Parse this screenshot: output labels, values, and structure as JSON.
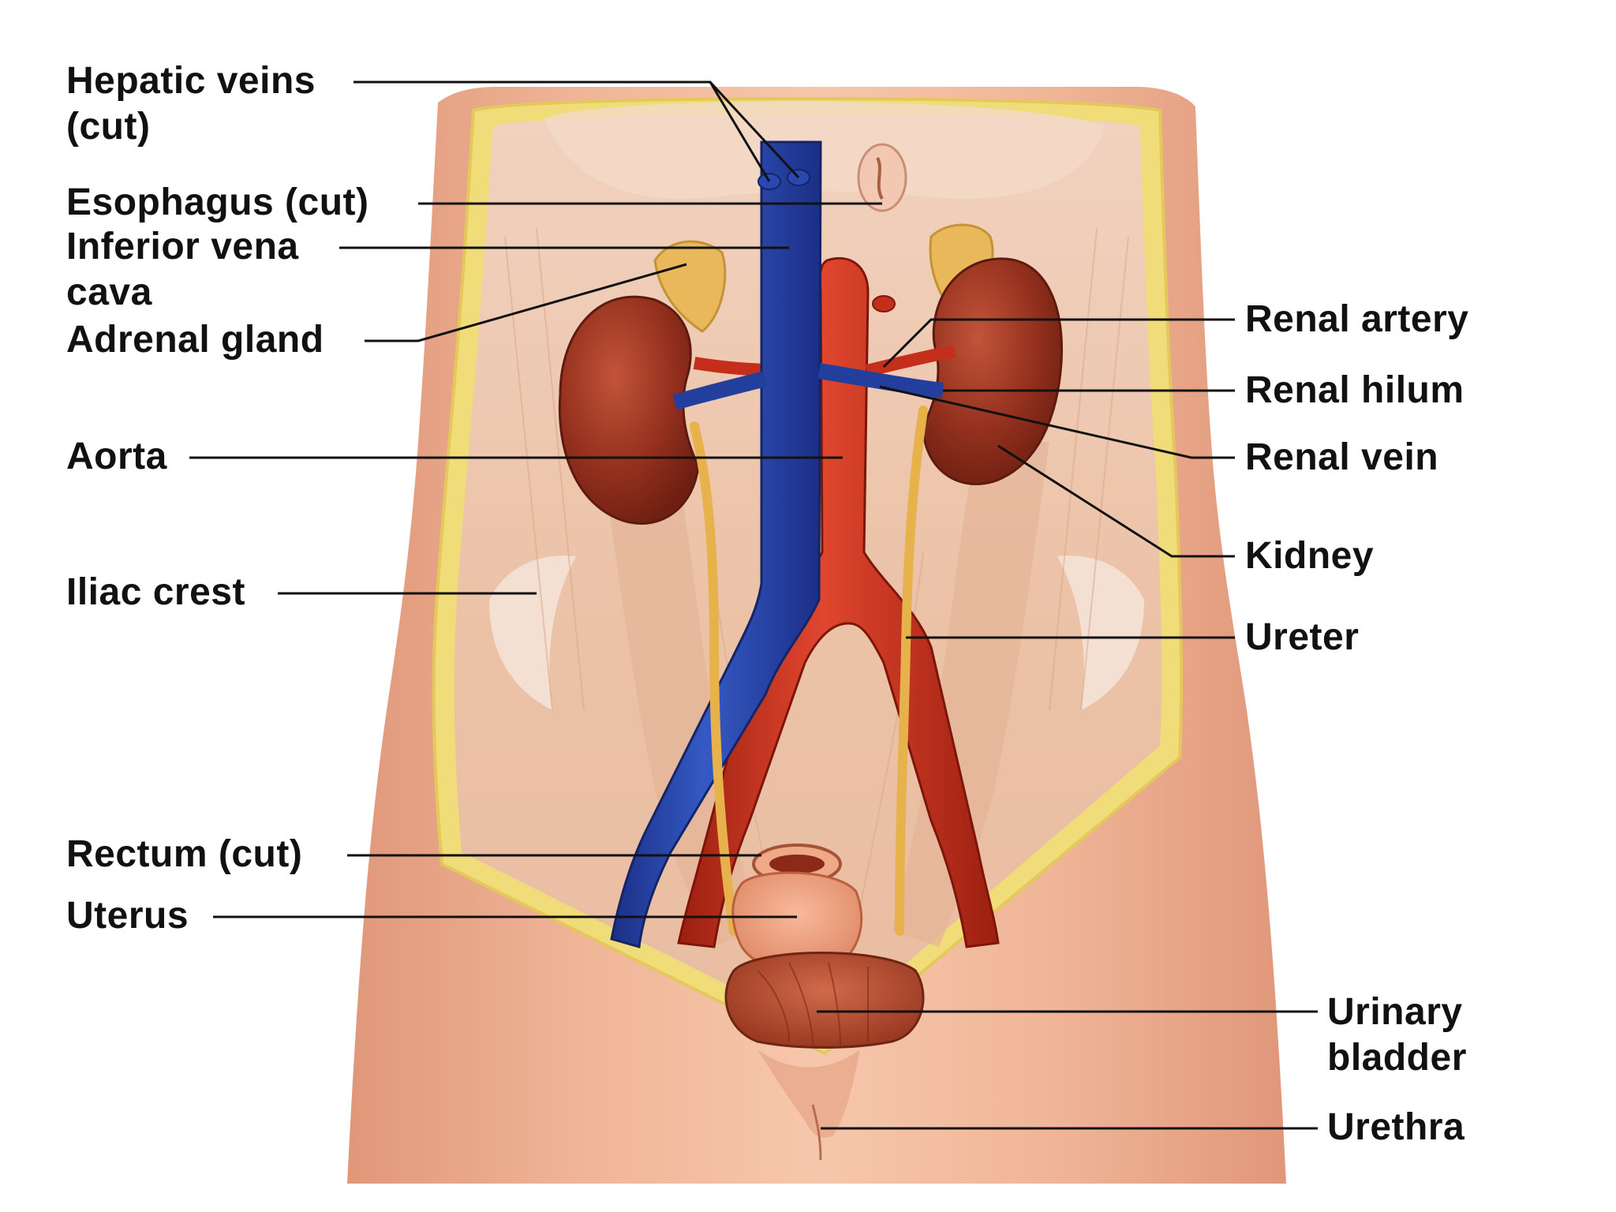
{
  "labels": {
    "hepatic_veins": {
      "line1": "Hepatic veins",
      "line2": "(cut)"
    },
    "esophagus": "Esophagus (cut)",
    "inferior_vena_cava": {
      "line1": "Inferior vena",
      "line2": "cava"
    },
    "adrenal_gland": "Adrenal gland",
    "aorta": "Aorta",
    "iliac_crest": "Iliac crest",
    "rectum": "Rectum (cut)",
    "uterus": "Uterus",
    "renal_artery": "Renal artery",
    "renal_hilum": "Renal hilum",
    "renal_vein": "Renal vein",
    "kidney": "Kidney",
    "ureter": "Ureter",
    "urinary_bladder": {
      "line1": "Urinary",
      "line2": "bladder"
    },
    "urethra": "Urethra"
  },
  "colors": {
    "skin": "#e8a686",
    "skin_light": "#f3c6ad",
    "muscle": "#e9bfa4",
    "fat": "#f2df7a",
    "vein": "#233f9e",
    "artery": "#c62e1c",
    "kidney": "#8c2a1a",
    "ureter": "#e7b14c",
    "label_text": "#111111",
    "leader_line": "#111111"
  }
}
